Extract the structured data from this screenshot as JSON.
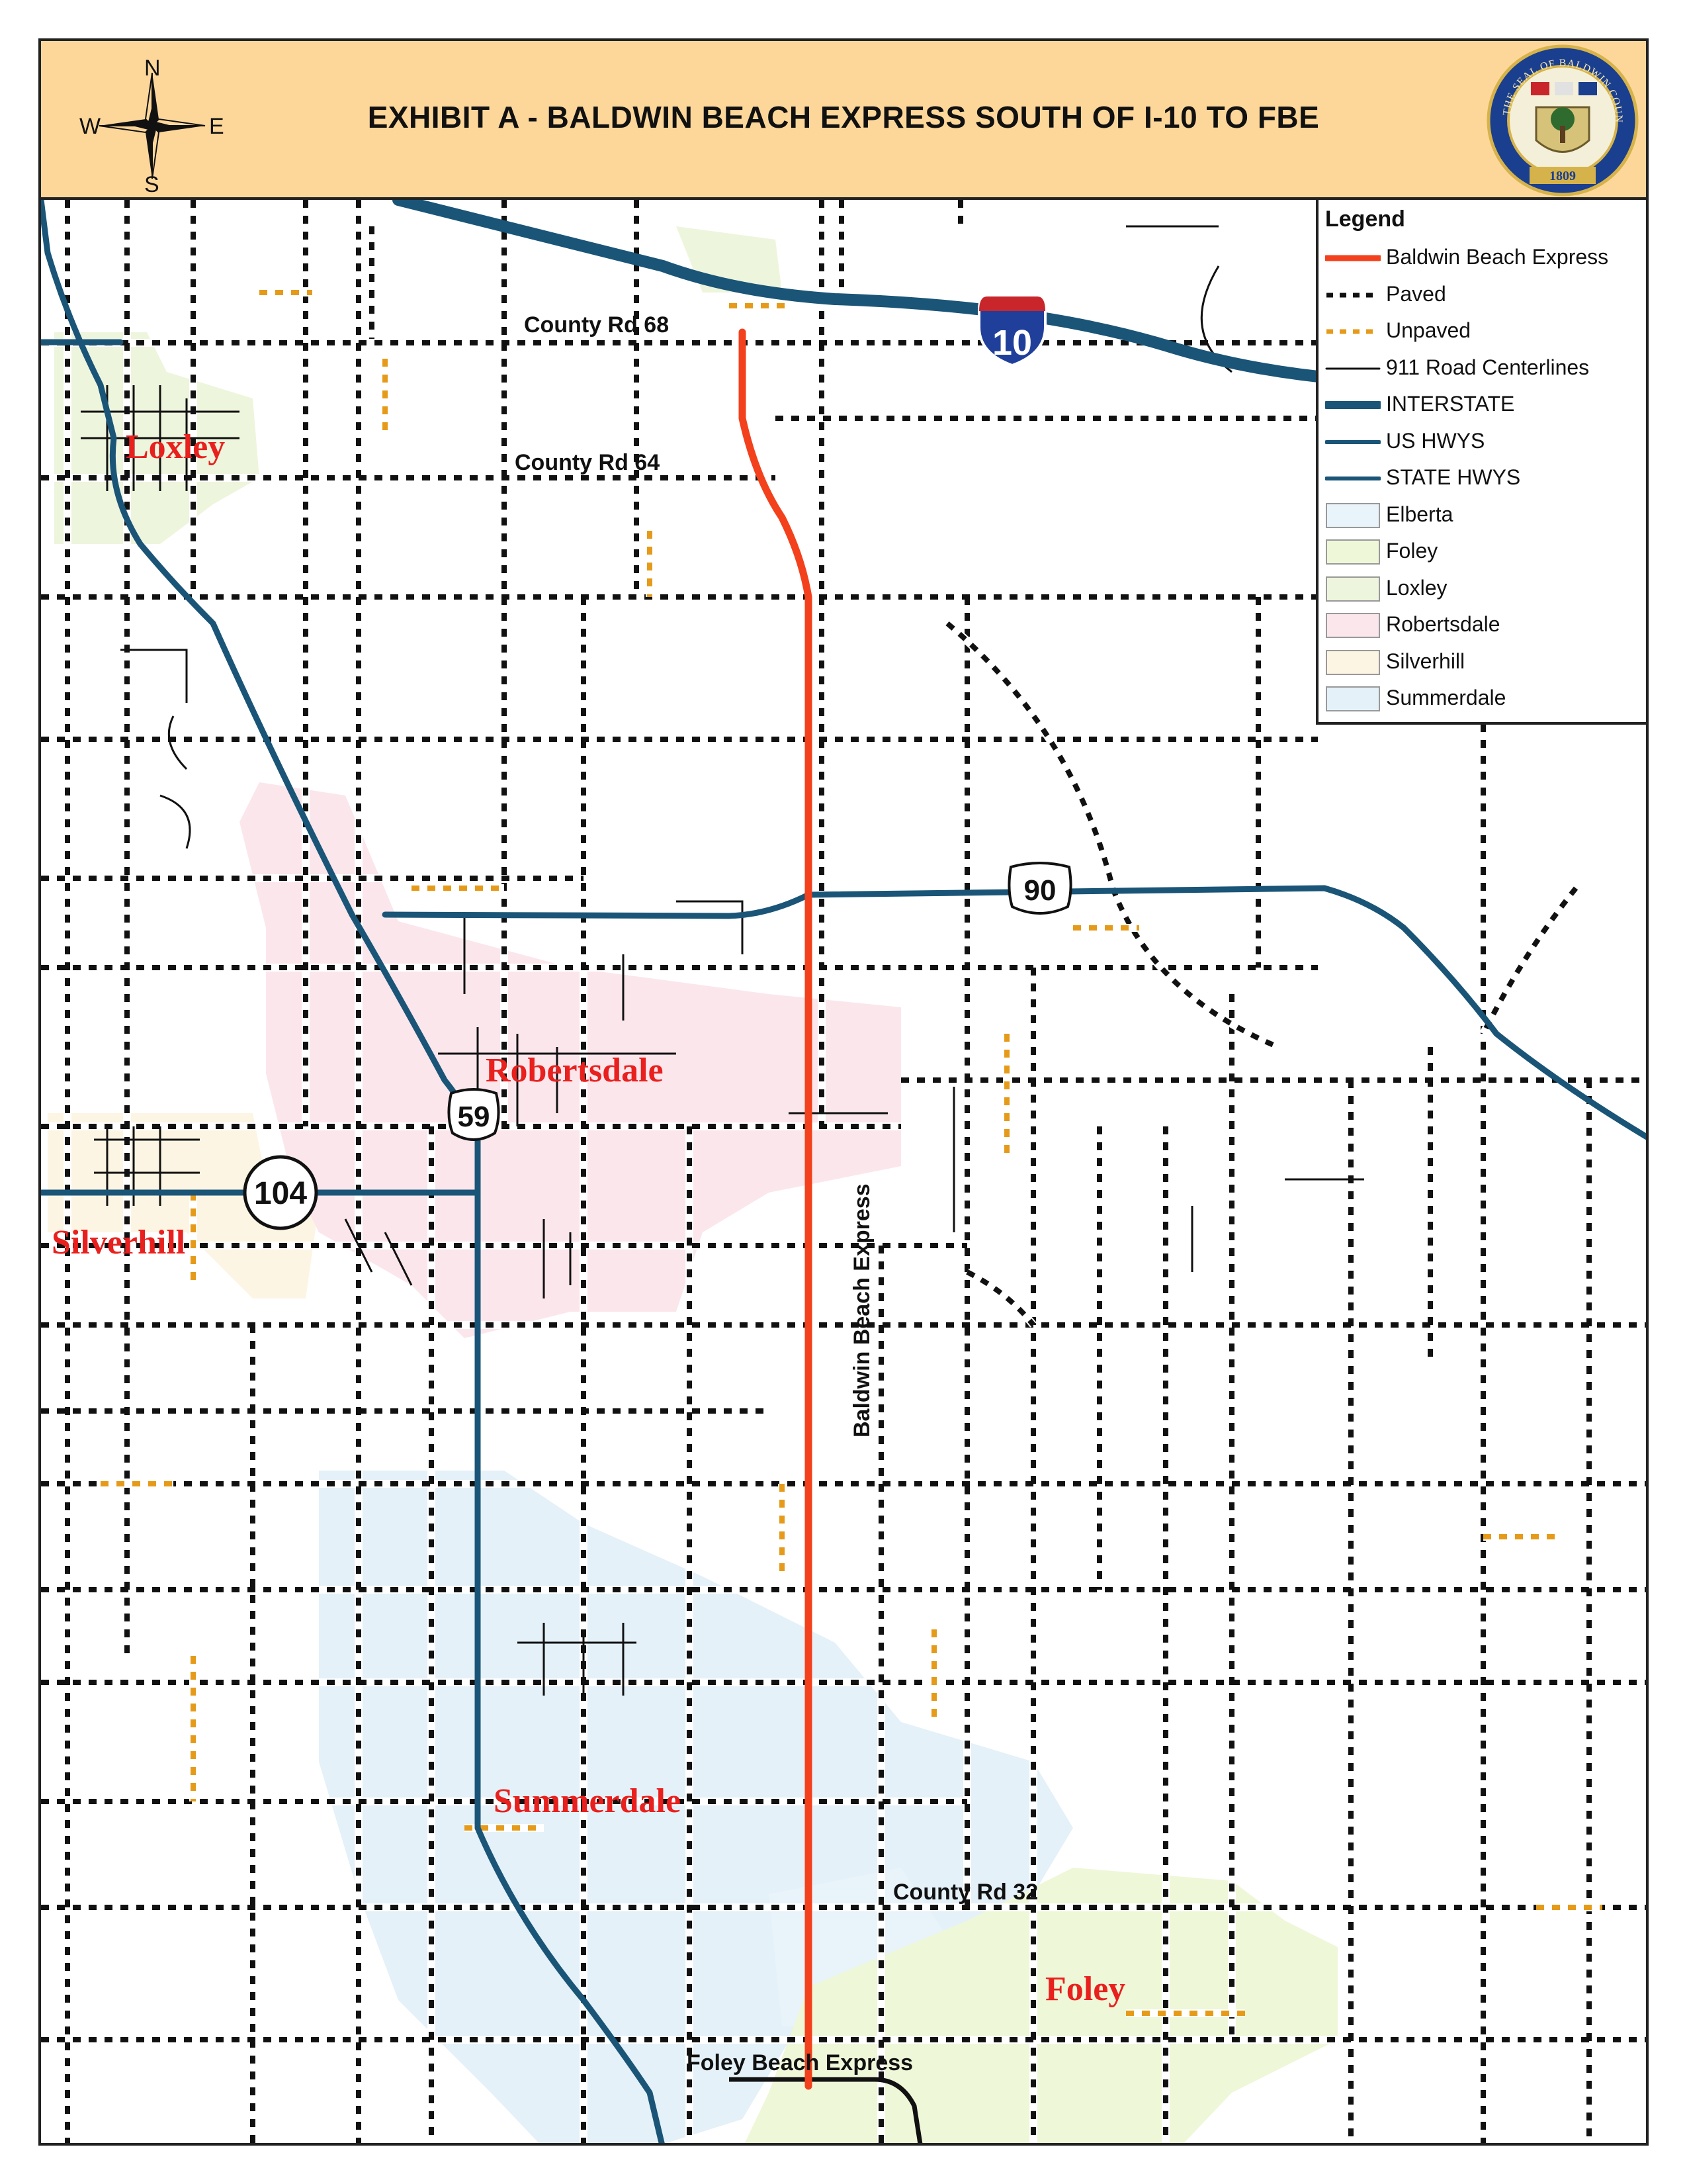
{
  "title": "EXHIBIT A - BALDWIN BEACH EXPRESS SOUTH OF I-10 TO FBE",
  "compass": {
    "north": "N",
    "south": "S",
    "east": "E",
    "west": "W"
  },
  "seal": {
    "icon": "baldwin-county-seal-icon",
    "ring_text": "THE SEAL OF BALDWIN COUNTY, ALABAMA",
    "year": "1809"
  },
  "legend": {
    "title": "Legend",
    "items": [
      {
        "label": "Baldwin Beach Express",
        "kind": "line",
        "color": "#f2411c"
      },
      {
        "label": "Paved",
        "kind": "paved",
        "color": "#111111"
      },
      {
        "label": "Unpaved",
        "kind": "unpaved",
        "color": "#e59b19"
      },
      {
        "label": "911 Road Centerlines",
        "kind": "thin",
        "color": "#111111"
      },
      {
        "label": "INTERSTATE",
        "kind": "interstate",
        "color": "#1a5578"
      },
      {
        "label": "US HWYS",
        "kind": "ushwy",
        "color": "#1a5578"
      },
      {
        "label": "STATE HWYS",
        "kind": "statehwy",
        "color": "#1a5578"
      },
      {
        "label": "Elberta",
        "kind": "area",
        "color": "#e9f3fa"
      },
      {
        "label": "Foley",
        "kind": "area",
        "color": "#eef7d8"
      },
      {
        "label": "Loxley",
        "kind": "area",
        "color": "#eef5dd"
      },
      {
        "label": "Robertsdale",
        "kind": "area",
        "color": "#fbe6ec"
      },
      {
        "label": "Silverhill",
        "kind": "area",
        "color": "#fdf5e3"
      },
      {
        "label": "Summerdale",
        "kind": "area",
        "color": "#e4f1f8"
      }
    ]
  },
  "towns": [
    "Loxley",
    "Robertsdale",
    "Silverhill",
    "Summerdale",
    "Foley"
  ],
  "roads": {
    "county_rd_68": "County Rd 68",
    "county_rd_64": "County Rd 64",
    "county_rd_32": "County Rd 32",
    "foley_beach_express": "Foley Beach Express",
    "baldwin_beach_express": "Baldwin Beach Express"
  },
  "shields": {
    "interstate": "10",
    "us_hwy": "90",
    "us_hwy_59": "59",
    "state_hwy": "104"
  },
  "colors": {
    "header": "#fdd79a",
    "highway": "#1a5578",
    "beach_express": "#f2411c",
    "town_label": "#e8201e",
    "unpaved_dash": "#e59b19",
    "interstate_shield_blue": "#1f3f9a",
    "interstate_shield_red": "#c8262b"
  }
}
